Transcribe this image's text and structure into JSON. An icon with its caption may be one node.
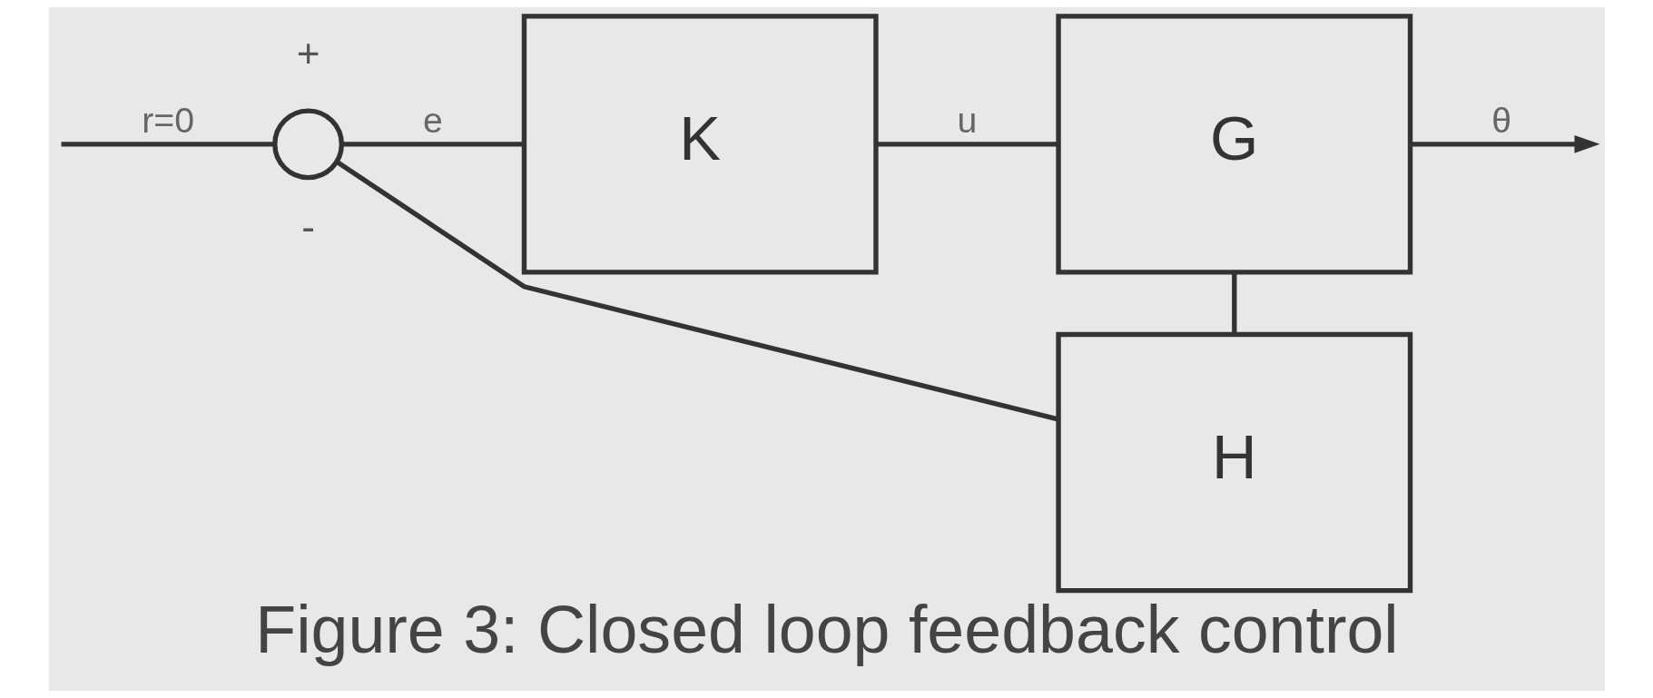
{
  "diagram": {
    "caption": "Figure 3: Closed loop feedback control",
    "nodes": [
      {
        "text": [],
        "shape": "circle"
      },
      {
        "text": [
          "K"
        ]
      },
      {
        "text": [
          "G"
        ]
      },
      {
        "text": [
          "H"
        ]
      }
    ],
    "edges": [
      {
        "from": null,
        "to": 0,
        "arrow": "none",
        "label": "r=0"
      },
      {
        "from": 0,
        "to": 1,
        "arrow": "none",
        "label": "e"
      },
      {
        "from": 1,
        "to": 2,
        "arrow": "none",
        "label": "u"
      },
      {
        "from": 2,
        "to": null,
        "arrow": "to",
        "label": "θ"
      },
      {
        "from": 2,
        "to": 3,
        "arrow": "none"
      },
      {
        "from": 3,
        "to": 0,
        "arrow": "none"
      }
    ],
    "labels": [
      "+",
      "-"
    ]
  }
}
